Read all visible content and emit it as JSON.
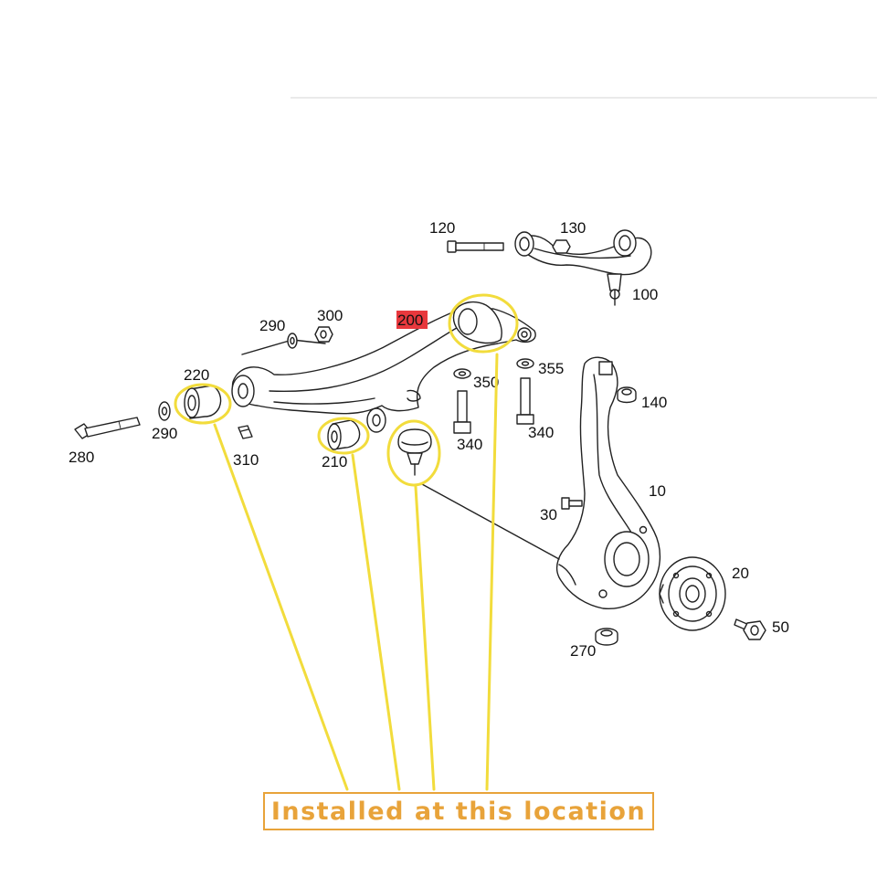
{
  "parts": {
    "p10": "10",
    "p20": "20",
    "p30": "30",
    "p50": "50",
    "p100": "100",
    "p120": "120",
    "p130": "130",
    "p140": "140",
    "p200": "200",
    "p210": "210",
    "p220": "220",
    "p270": "270",
    "p280": "280",
    "p290a": "290",
    "p290b": "290",
    "p300": "300",
    "p310": "310",
    "p340a": "340",
    "p340b": "340",
    "p350": "350",
    "p355": "355"
  },
  "caption": "Installed at this location",
  "colors": {
    "highlight_circle": "#f2dc3c",
    "caption": "#e8a33a",
    "part_highlight": "#e8383d"
  }
}
